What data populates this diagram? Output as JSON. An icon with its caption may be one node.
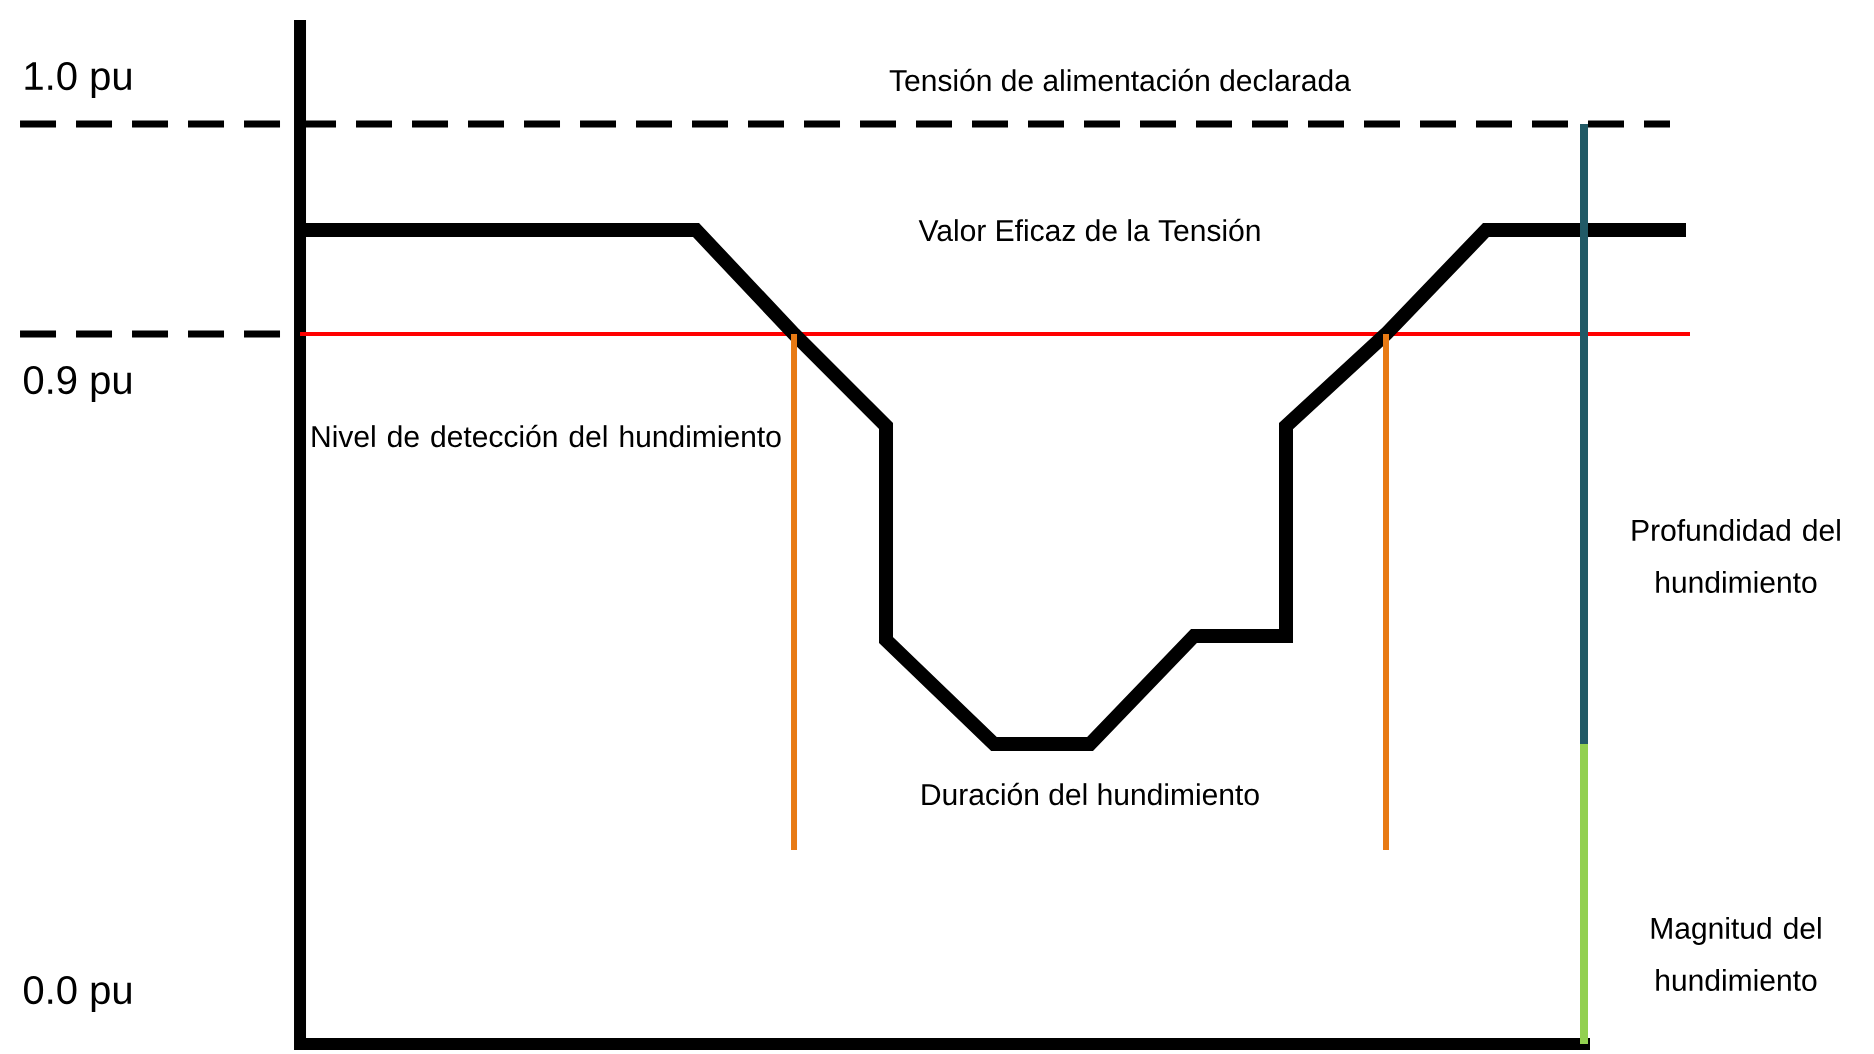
{
  "diagram": {
    "labels": [
      "1.0 pu",
      "Tensión de alimentación declarada",
      "Valor Eficaz de la Tensión",
      "0.9 pu",
      "Nivel de detección del hundimiento",
      "Profundidad del hundimiento",
      "Duración del hundimiento",
      "Magnitud del hundimiento",
      "0.0 pu"
    ]
  }
}
